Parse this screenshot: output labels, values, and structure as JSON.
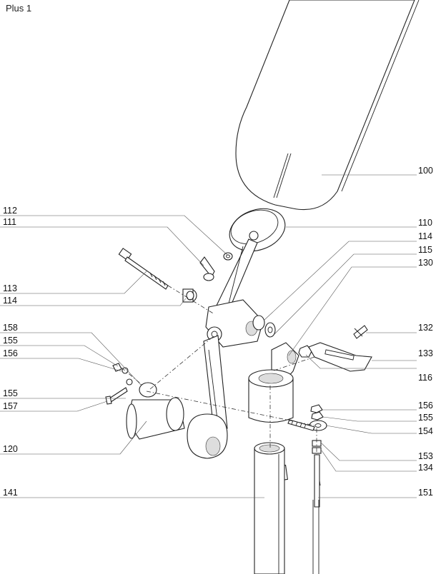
{
  "title": "Plus 1",
  "labels": {
    "l100": "100",
    "l110": "110",
    "l111": "111",
    "l112": "112",
    "l113": "113",
    "l114a": "114",
    "l114b": "114",
    "l115": "115",
    "l116": "116",
    "l120": "120",
    "l130": "130",
    "l132": "132",
    "l133": "133",
    "l134": "134",
    "l141": "141",
    "l151": "151",
    "l153": "153",
    "l154": "154",
    "l155a": "155",
    "l155b": "155",
    "l155c": "155",
    "l156a": "156",
    "l156b": "156",
    "l157": "157",
    "l158": "158"
  }
}
